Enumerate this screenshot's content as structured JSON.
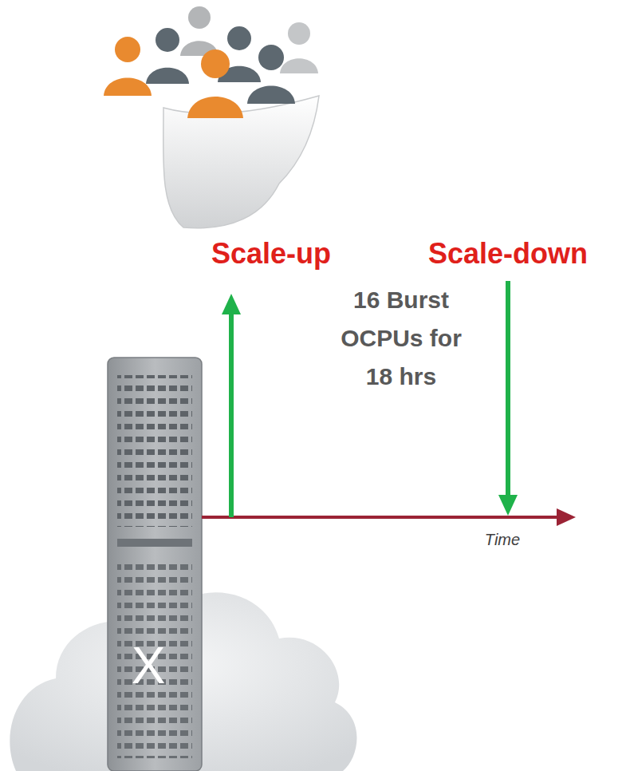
{
  "diagram": {
    "labels": [
      "Scale-up",
      "Scale-down",
      "16 Burst OCPUs for 18 hrs",
      "Time",
      "X"
    ]
  }
}
